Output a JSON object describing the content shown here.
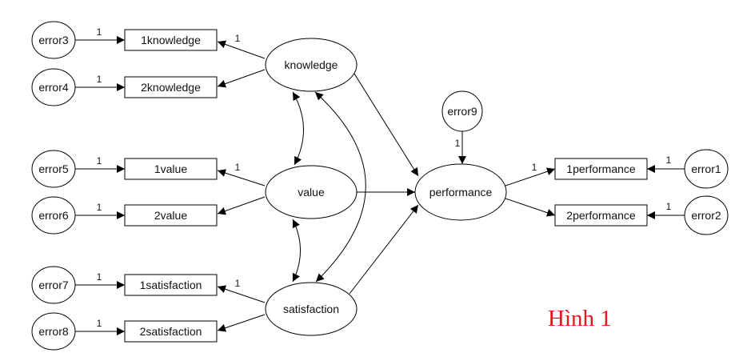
{
  "diagram": {
    "type": "structural-equation-model",
    "latent_variables": [
      {
        "id": "knowledge",
        "label": "knowledge"
      },
      {
        "id": "value",
        "label": "value"
      },
      {
        "id": "satisfaction",
        "label": "satisfaction"
      },
      {
        "id": "performance",
        "label": "performance"
      }
    ],
    "observed_variables": [
      {
        "id": "1knowledge",
        "label": "1knowledge"
      },
      {
        "id": "2knowledge",
        "label": "2knowledge"
      },
      {
        "id": "1value",
        "label": "1value"
      },
      {
        "id": "2value",
        "label": "2value"
      },
      {
        "id": "1satisfaction",
        "label": "1satisfaction"
      },
      {
        "id": "2satisfaction",
        "label": "2satisfaction"
      },
      {
        "id": "1performance",
        "label": "1performance"
      },
      {
        "id": "2performance",
        "label": "2performance"
      }
    ],
    "error_terms": [
      {
        "id": "error1",
        "label": "error1"
      },
      {
        "id": "error2",
        "label": "error2"
      },
      {
        "id": "error3",
        "label": "error3"
      },
      {
        "id": "error4",
        "label": "error4"
      },
      {
        "id": "error5",
        "label": "error5"
      },
      {
        "id": "error6",
        "label": "error6"
      },
      {
        "id": "error7",
        "label": "error7"
      },
      {
        "id": "error8",
        "label": "error8"
      },
      {
        "id": "error9",
        "label": "error9"
      }
    ],
    "paths": [
      {
        "from": "error3",
        "to": "1knowledge",
        "weight": "1"
      },
      {
        "from": "error4",
        "to": "2knowledge",
        "weight": "1"
      },
      {
        "from": "error5",
        "to": "1value",
        "weight": "1"
      },
      {
        "from": "error6",
        "to": "2value",
        "weight": "1"
      },
      {
        "from": "error7",
        "to": "1satisfaction",
        "weight": "1"
      },
      {
        "from": "error8",
        "to": "2satisfaction",
        "weight": "1"
      },
      {
        "from": "knowledge",
        "to": "1knowledge",
        "weight": "1"
      },
      {
        "from": "knowledge",
        "to": "2knowledge",
        "weight": ""
      },
      {
        "from": "value",
        "to": "1value",
        "weight": "1"
      },
      {
        "from": "value",
        "to": "2value",
        "weight": ""
      },
      {
        "from": "satisfaction",
        "to": "1satisfaction",
        "weight": "1"
      },
      {
        "from": "satisfaction",
        "to": "2satisfaction",
        "weight": ""
      },
      {
        "from": "knowledge",
        "to": "performance",
        "weight": ""
      },
      {
        "from": "value",
        "to": "performance",
        "weight": ""
      },
      {
        "from": "satisfaction",
        "to": "performance",
        "weight": ""
      },
      {
        "from": "error9",
        "to": "performance",
        "weight": "1"
      },
      {
        "from": "performance",
        "to": "1performance",
        "weight": "1"
      },
      {
        "from": "performance",
        "to": "2performance",
        "weight": ""
      },
      {
        "from": "error1",
        "to": "1performance",
        "weight": "1"
      },
      {
        "from": "error2",
        "to": "2performance",
        "weight": "1"
      }
    ],
    "covariances": [
      {
        "between": [
          "knowledge",
          "value"
        ]
      },
      {
        "between": [
          "value",
          "satisfaction"
        ]
      },
      {
        "between": [
          "knowledge",
          "satisfaction"
        ]
      }
    ],
    "caption": "Hình 1",
    "caption_color": "#e8141b"
  }
}
